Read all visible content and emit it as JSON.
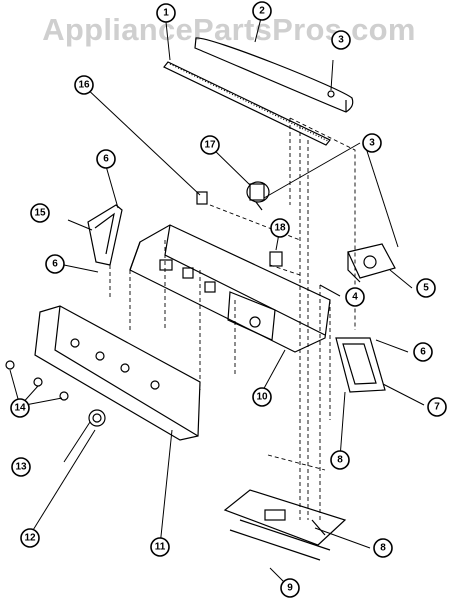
{
  "watermark": "AppliancePartsPros.com",
  "callouts": [
    {
      "id": "c1",
      "label": "1"
    },
    {
      "id": "c2",
      "label": "2"
    },
    {
      "id": "c3a",
      "label": "3"
    },
    {
      "id": "c3b",
      "label": "3"
    },
    {
      "id": "c4",
      "label": "4"
    },
    {
      "id": "c5",
      "label": "5"
    },
    {
      "id": "c6a",
      "label": "6"
    },
    {
      "id": "c6b",
      "label": "6"
    },
    {
      "id": "c6c",
      "label": "6"
    },
    {
      "id": "c7",
      "label": "7"
    },
    {
      "id": "c8a",
      "label": "8"
    },
    {
      "id": "c8b",
      "label": "8"
    },
    {
      "id": "c9",
      "label": "9"
    },
    {
      "id": "c10",
      "label": "10"
    },
    {
      "id": "c11",
      "label": "11"
    },
    {
      "id": "c12",
      "label": "12"
    },
    {
      "id": "c13",
      "label": "13"
    },
    {
      "id": "c14",
      "label": "14"
    },
    {
      "id": "c15",
      "label": "15"
    },
    {
      "id": "c16",
      "label": "16"
    },
    {
      "id": "c17",
      "label": "17"
    },
    {
      "id": "c18",
      "label": "18"
    }
  ]
}
